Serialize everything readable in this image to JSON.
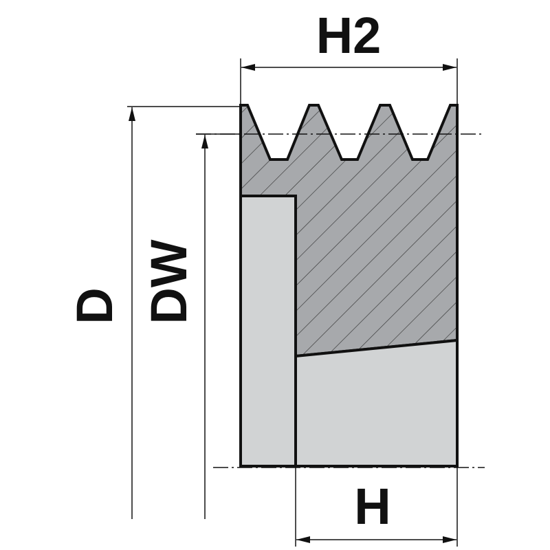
{
  "labels": {
    "h2": "H2",
    "h": "H",
    "d": "D",
    "dw": "DW"
  },
  "colors": {
    "section": "#a7a9ac",
    "hub": "#d1d3d4",
    "line": "#111111"
  }
}
